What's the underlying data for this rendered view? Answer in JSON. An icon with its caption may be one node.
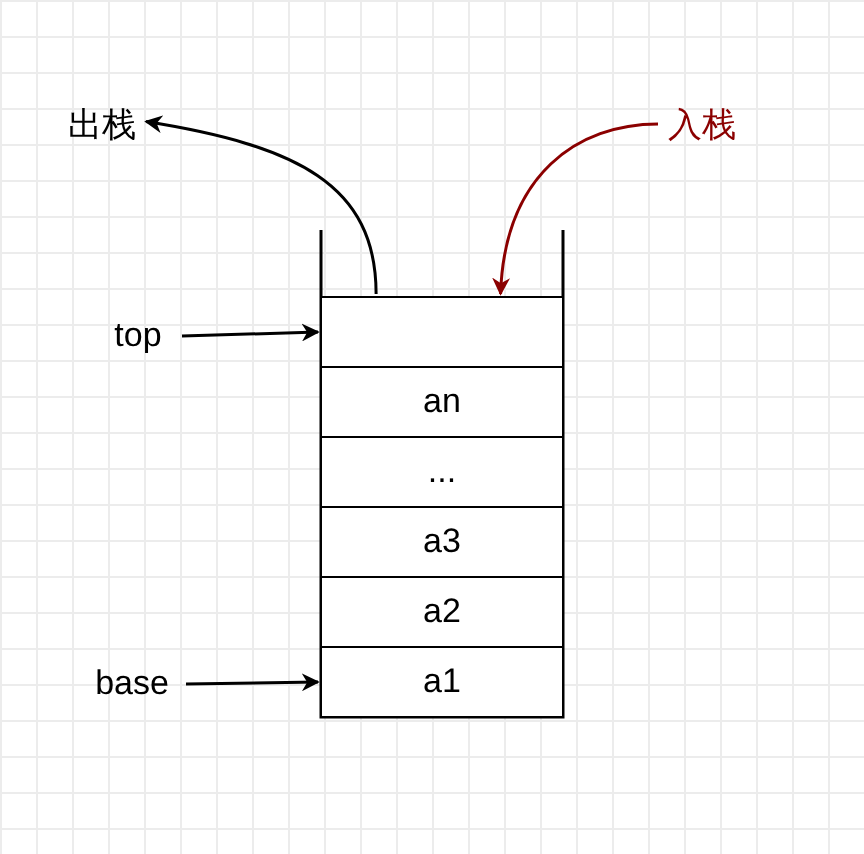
{
  "diagram": {
    "nodes": [
      {
        "text": [
          "出栈"
        ]
      },
      {
        "text": [
          "入栈"
        ]
      },
      {
        "text": [],
        "shape": "box"
      },
      {
        "text": [],
        "shape": "box",
        "in": 2
      },
      {
        "text": [
          "an"
        ],
        "in": 2
      },
      {
        "text": [
          "..."
        ],
        "in": 2
      },
      {
        "text": [
          "a3"
        ],
        "in": 2
      },
      {
        "text": [
          "a2"
        ],
        "in": 2
      },
      {
        "text": [
          "a1"
        ],
        "in": 2
      },
      {
        "text": [
          "top"
        ]
      },
      {
        "text": [
          "base"
        ]
      }
    ],
    "edges": [
      {
        "from": 3,
        "to": 0,
        "arrow": "to"
      },
      {
        "from": 1,
        "to": 3,
        "arrow": "to",
        "color": "#8b0000"
      },
      {
        "from": 9,
        "to": 3,
        "arrow": "to"
      },
      {
        "from": 10,
        "to": 8,
        "arrow": "to"
      }
    ]
  }
}
